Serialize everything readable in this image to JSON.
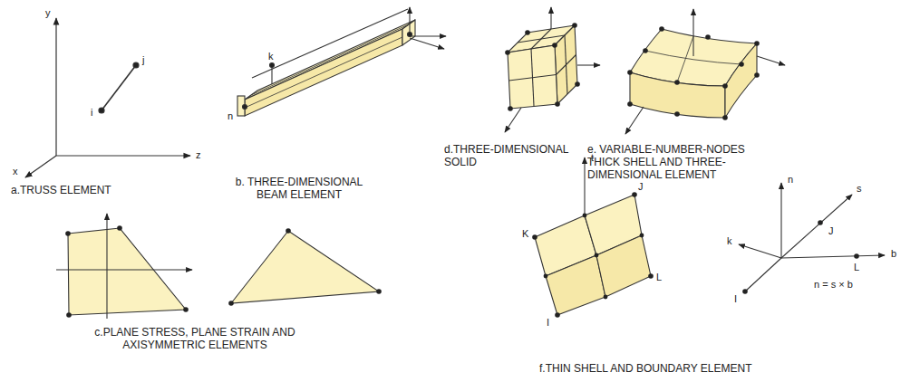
{
  "diagram": {
    "labels": [
      "y",
      "z",
      "x",
      "j",
      "i",
      "a.TRUSS ELEMENT",
      "k",
      "n",
      "b. THREE-DIMENSIONAL BEAM ELEMENT",
      "d.THREE-DIMENSIONAL SOLID",
      "e. VARIABLE-NUMBER-NODES THICK SHELL AND THREE-DIMENSIONAL ELEMENT",
      "c.PLANE STRESS, PLANE STRAIN AND AXISYMMETRIC ELEMENTS",
      "t",
      "K",
      "J",
      "L",
      "I",
      "n",
      "s",
      "k",
      "J",
      "L",
      "b",
      "I",
      "n = s × b",
      "f.THIN SHELL AND BOUNDARY ELEMENT"
    ]
  }
}
